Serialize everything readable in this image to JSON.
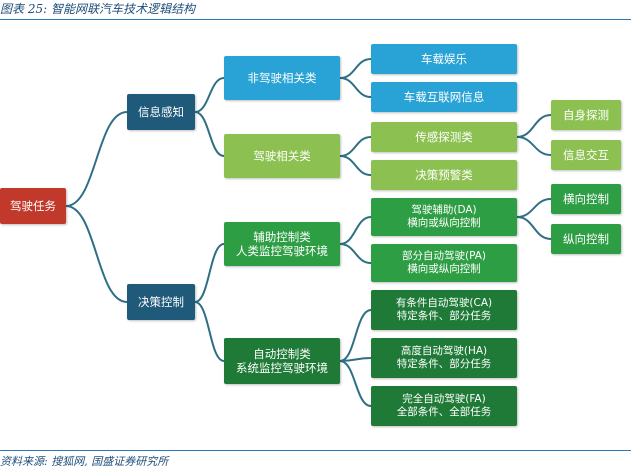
{
  "header": {
    "caption": "图表 25:  智能网联汽车技术逻辑结构"
  },
  "footer": {
    "source": "资料来源:  搜狐网, 国盛证券研究所"
  },
  "colors": {
    "root": "#c0392b",
    "level1": "#1f5a7a",
    "nonDriving": "#29a3d6",
    "driving": "#8cc152",
    "assist": "#2e9e45",
    "auto": "#1e7a36",
    "link": "#2f6f85"
  },
  "diagram": {
    "root": "驾驶任务",
    "info_perception": "信息感知",
    "decision_control": "决策控制",
    "non_driving_related": "非驾驶相关类",
    "driving_related": "驾驶相关类",
    "infotainment": "车载娱乐",
    "vehicle_internet_info": "车载互联网信息",
    "sensing_detection": "传感探测类",
    "decision_warning": "决策预警类",
    "self_detection": "自身探测",
    "info_interaction": "信息交互",
    "assist_control": {
      "line1": "辅助控制类",
      "line2": "人类监控驾驶环境"
    },
    "auto_control": {
      "line1": "自动控制类",
      "line2": "系统监控驾驶环境"
    },
    "da": {
      "line1": "驾驶辅助(DA)",
      "line2": "横向或纵向控制"
    },
    "pa": {
      "line1": "部分自动驾驶(PA)",
      "line2": "横向或纵向控制"
    },
    "ca": {
      "line1": "有条件自动驾驶(CA)",
      "line2": "特定条件、部分任务"
    },
    "ha": {
      "line1": "高度自动驾驶(HA)",
      "line2": "特定条件、部分任务"
    },
    "fa": {
      "line1": "完全自动驾驶(FA)",
      "line2": "全部条件、全部任务"
    },
    "lateral_control": "横向控制",
    "longitudinal_control": "纵向控制"
  }
}
